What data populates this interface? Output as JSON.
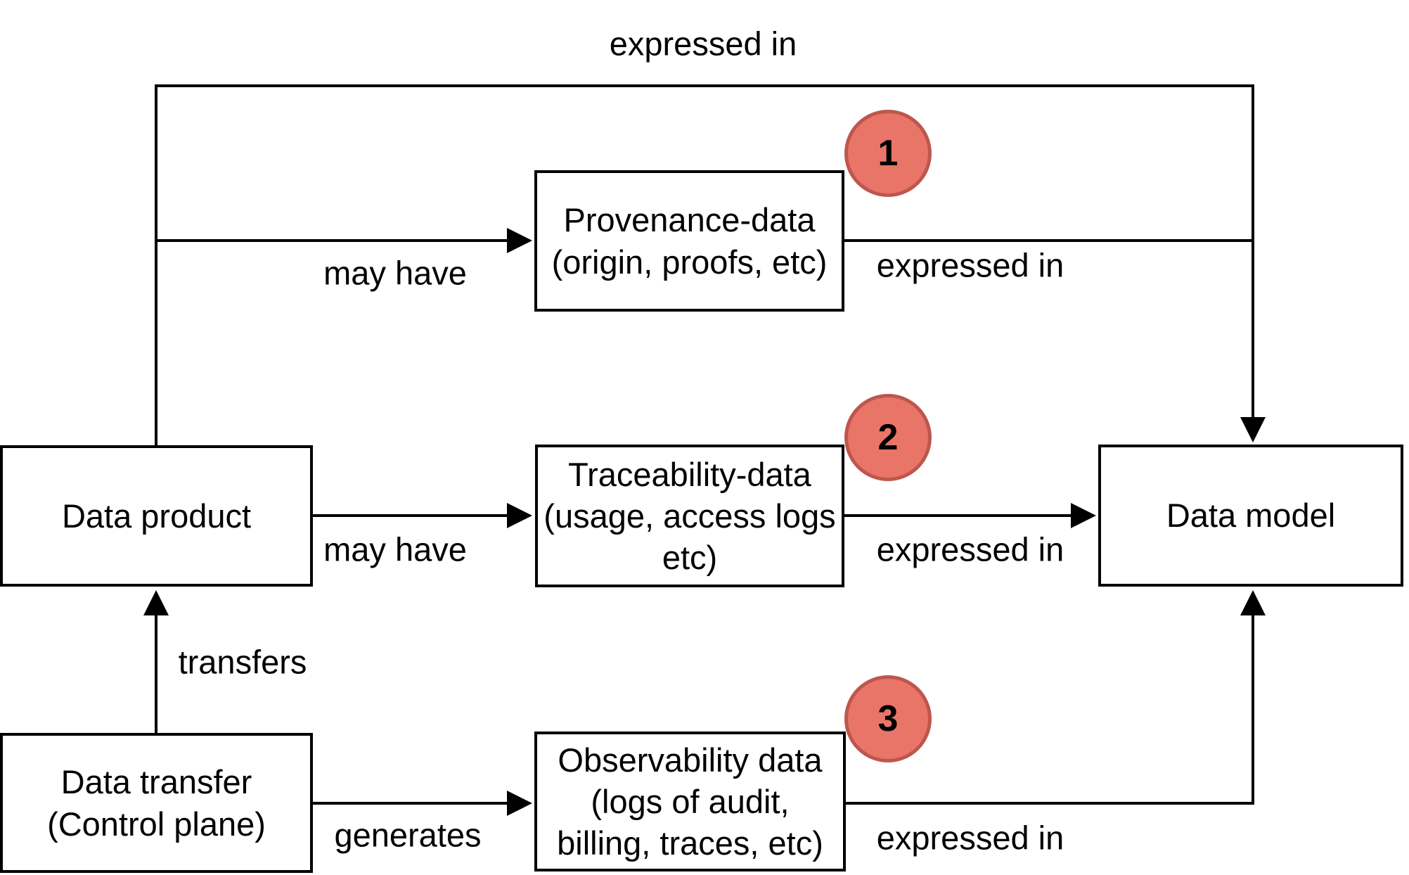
{
  "diagram": {
    "nodes": {
      "data_product": {
        "label": "Data product"
      },
      "data_transfer": {
        "label": "Data transfer\n(Control plane)"
      },
      "provenance": {
        "label": "Provenance-data\n(origin, proofs, etc)"
      },
      "traceability": {
        "label": "Traceability-data\n(usage, access logs\netc)"
      },
      "observability": {
        "label": "Observability data\n(logs of audit,\nbilling, traces, etc)"
      },
      "data_model": {
        "label": "Data model"
      }
    },
    "badges": {
      "one": "1",
      "two": "2",
      "three": "3"
    },
    "edge_labels": {
      "expressed_in_top": "expressed in",
      "may_have_provenance": "may have",
      "expressed_in_provenance": "expressed in",
      "may_have_traceability": "may have",
      "expressed_in_traceability": "expressed in",
      "transfers": "transfers",
      "generates": "generates",
      "expressed_in_observability": "expressed in"
    },
    "colors": {
      "line": "#000000",
      "box_fill": "#ffffff",
      "badge_fill": "#e97568",
      "badge_stroke": "#bd574e"
    }
  }
}
